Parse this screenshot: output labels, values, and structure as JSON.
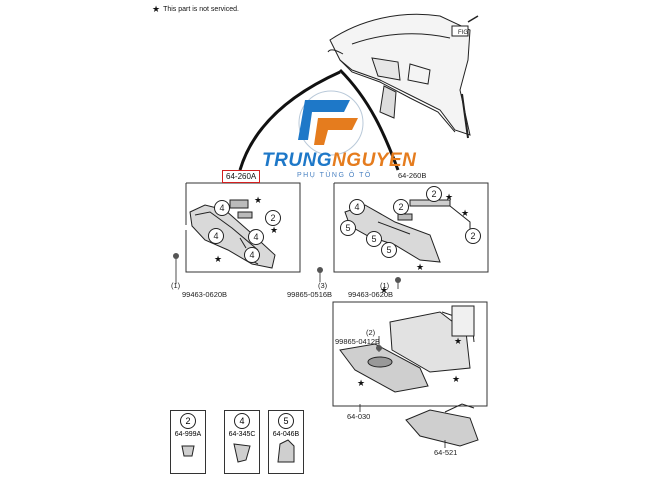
{
  "note": {
    "star": "★",
    "text": "This part is not serviced."
  },
  "brand": {
    "name_a": "TRUNG",
    "name_b": "NGUYEN",
    "tagline": "PHỤ TÙNG Ô TÔ"
  },
  "fig_icon": "FIG",
  "parts": {
    "p64_260A": "64-260A",
    "p64_260B": "64-260B",
    "p99463_0620B_left": "99463-0620B",
    "p99865_0516B": "99865-0516B",
    "p99463_0620B_right": "99463-0620B",
    "p99865_0412B": "99865-0412B",
    "p64_030": "64-030",
    "p64_521": "64-521"
  },
  "qty": {
    "left": "(1)",
    "mid": "(3)",
    "right": "(1)",
    "clip": "(2)"
  },
  "callouts": {
    "c2": "2",
    "c4": "4",
    "c5": "5"
  },
  "key": [
    {
      "num": "2",
      "part": "64-999A"
    },
    {
      "num": "4",
      "part": "64-345C"
    },
    {
      "num": "5",
      "part": "64-046B"
    }
  ]
}
